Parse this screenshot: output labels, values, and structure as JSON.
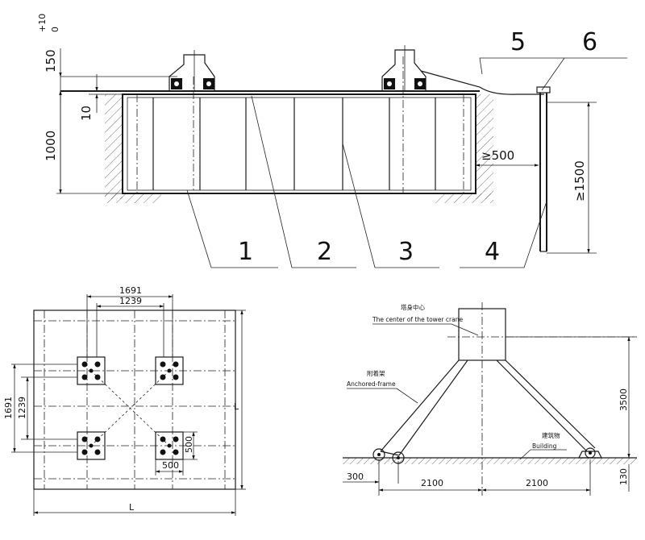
{
  "section": {
    "dims": {
      "top_tol": "150",
      "tol_sup": "+10",
      "tol_sub": "0",
      "ten": "10",
      "depth": "1000",
      "gap": "≥500",
      "embed": "≥1500"
    },
    "callouts": [
      "1",
      "2",
      "3",
      "4",
      "5",
      "6"
    ]
  },
  "plan": {
    "dims": {
      "outer": "1691",
      "inner": "1239",
      "side_outer": "1691",
      "side_inner": "1239",
      "pad_w": "500",
      "pad_h": "500",
      "L_bottom": "L",
      "L_right": "L"
    }
  },
  "frame": {
    "labels": {
      "center_cn": "塔身中心",
      "center_en": "The center of the tower crane",
      "anchor_cn": "附着架",
      "anchor_en": "Anchored-frame",
      "building_cn": "建筑物",
      "building_en": "Building"
    },
    "dims": {
      "height": "3500",
      "left": "2100",
      "right": "2100",
      "offset": "300",
      "ground": "130"
    }
  }
}
